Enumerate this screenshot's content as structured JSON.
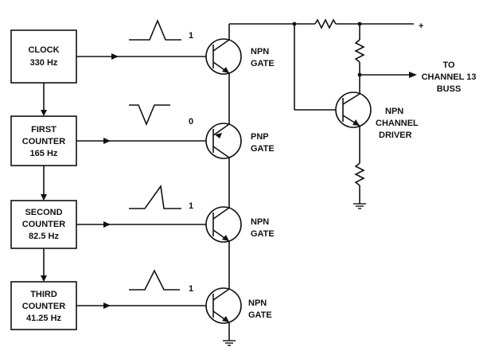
{
  "blocks": [
    {
      "line1": "CLOCK",
      "line2": "330 Hz",
      "line3": ""
    },
    {
      "line1": "FIRST",
      "line2": "COUNTER",
      "line3": "165 Hz"
    },
    {
      "line1": "SECOND",
      "line2": "COUNTER",
      "line3": "82.5 Hz"
    },
    {
      "line1": "THIRD",
      "line2": "COUNTER",
      "line3": "41.25 Hz"
    }
  ],
  "gates": [
    {
      "level": "1",
      "line1": "NPN",
      "line2": "GATE"
    },
    {
      "level": "0",
      "line1": "PNP",
      "line2": "GATE"
    },
    {
      "level": "1",
      "line1": "NPN",
      "line2": "GATE"
    },
    {
      "level": "1",
      "line1": "NPN",
      "line2": "GATE"
    }
  ],
  "driver": {
    "line1": "NPN",
    "line2": "CHANNEL",
    "line3": "DRIVER"
  },
  "output": {
    "line1": "TO",
    "line2": "CHANNEL 13",
    "line3": "BUSS"
  },
  "supply_symbol": "+"
}
